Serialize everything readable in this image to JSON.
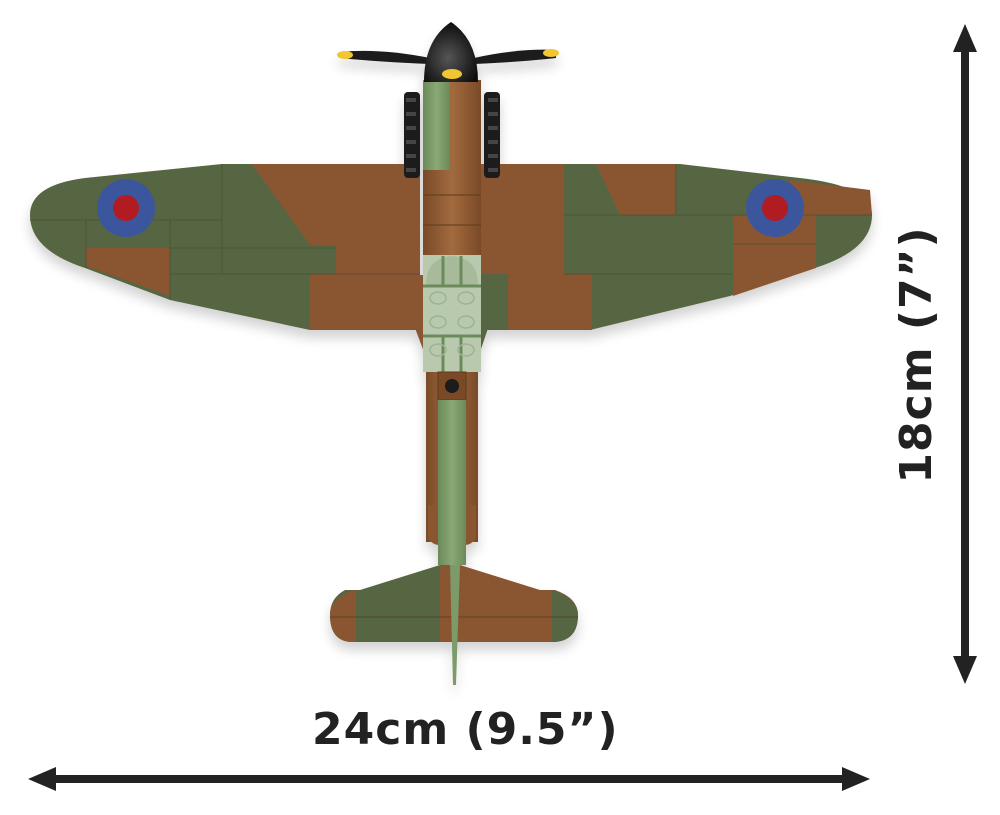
{
  "product": {
    "subject": "WWII fighter aircraft brick model, top view",
    "camouflage_colors": {
      "green": "#566642",
      "brown": "#8a5633",
      "light_green": "#7d9a69",
      "canopy": "#b8c9ae",
      "roundel_blue": "#3b579c",
      "roundel_red": "#b01c22",
      "propeller": "#1a1a1a",
      "prop_tip": "#f2c530"
    }
  },
  "dimensions": {
    "width": {
      "label": "24cm (9.5”)",
      "value_cm": 24,
      "value_in": 9.5
    },
    "height": {
      "label": "18cm (7”)",
      "value_cm": 18,
      "value_in": 7
    },
    "arrow_color": "#222222"
  }
}
